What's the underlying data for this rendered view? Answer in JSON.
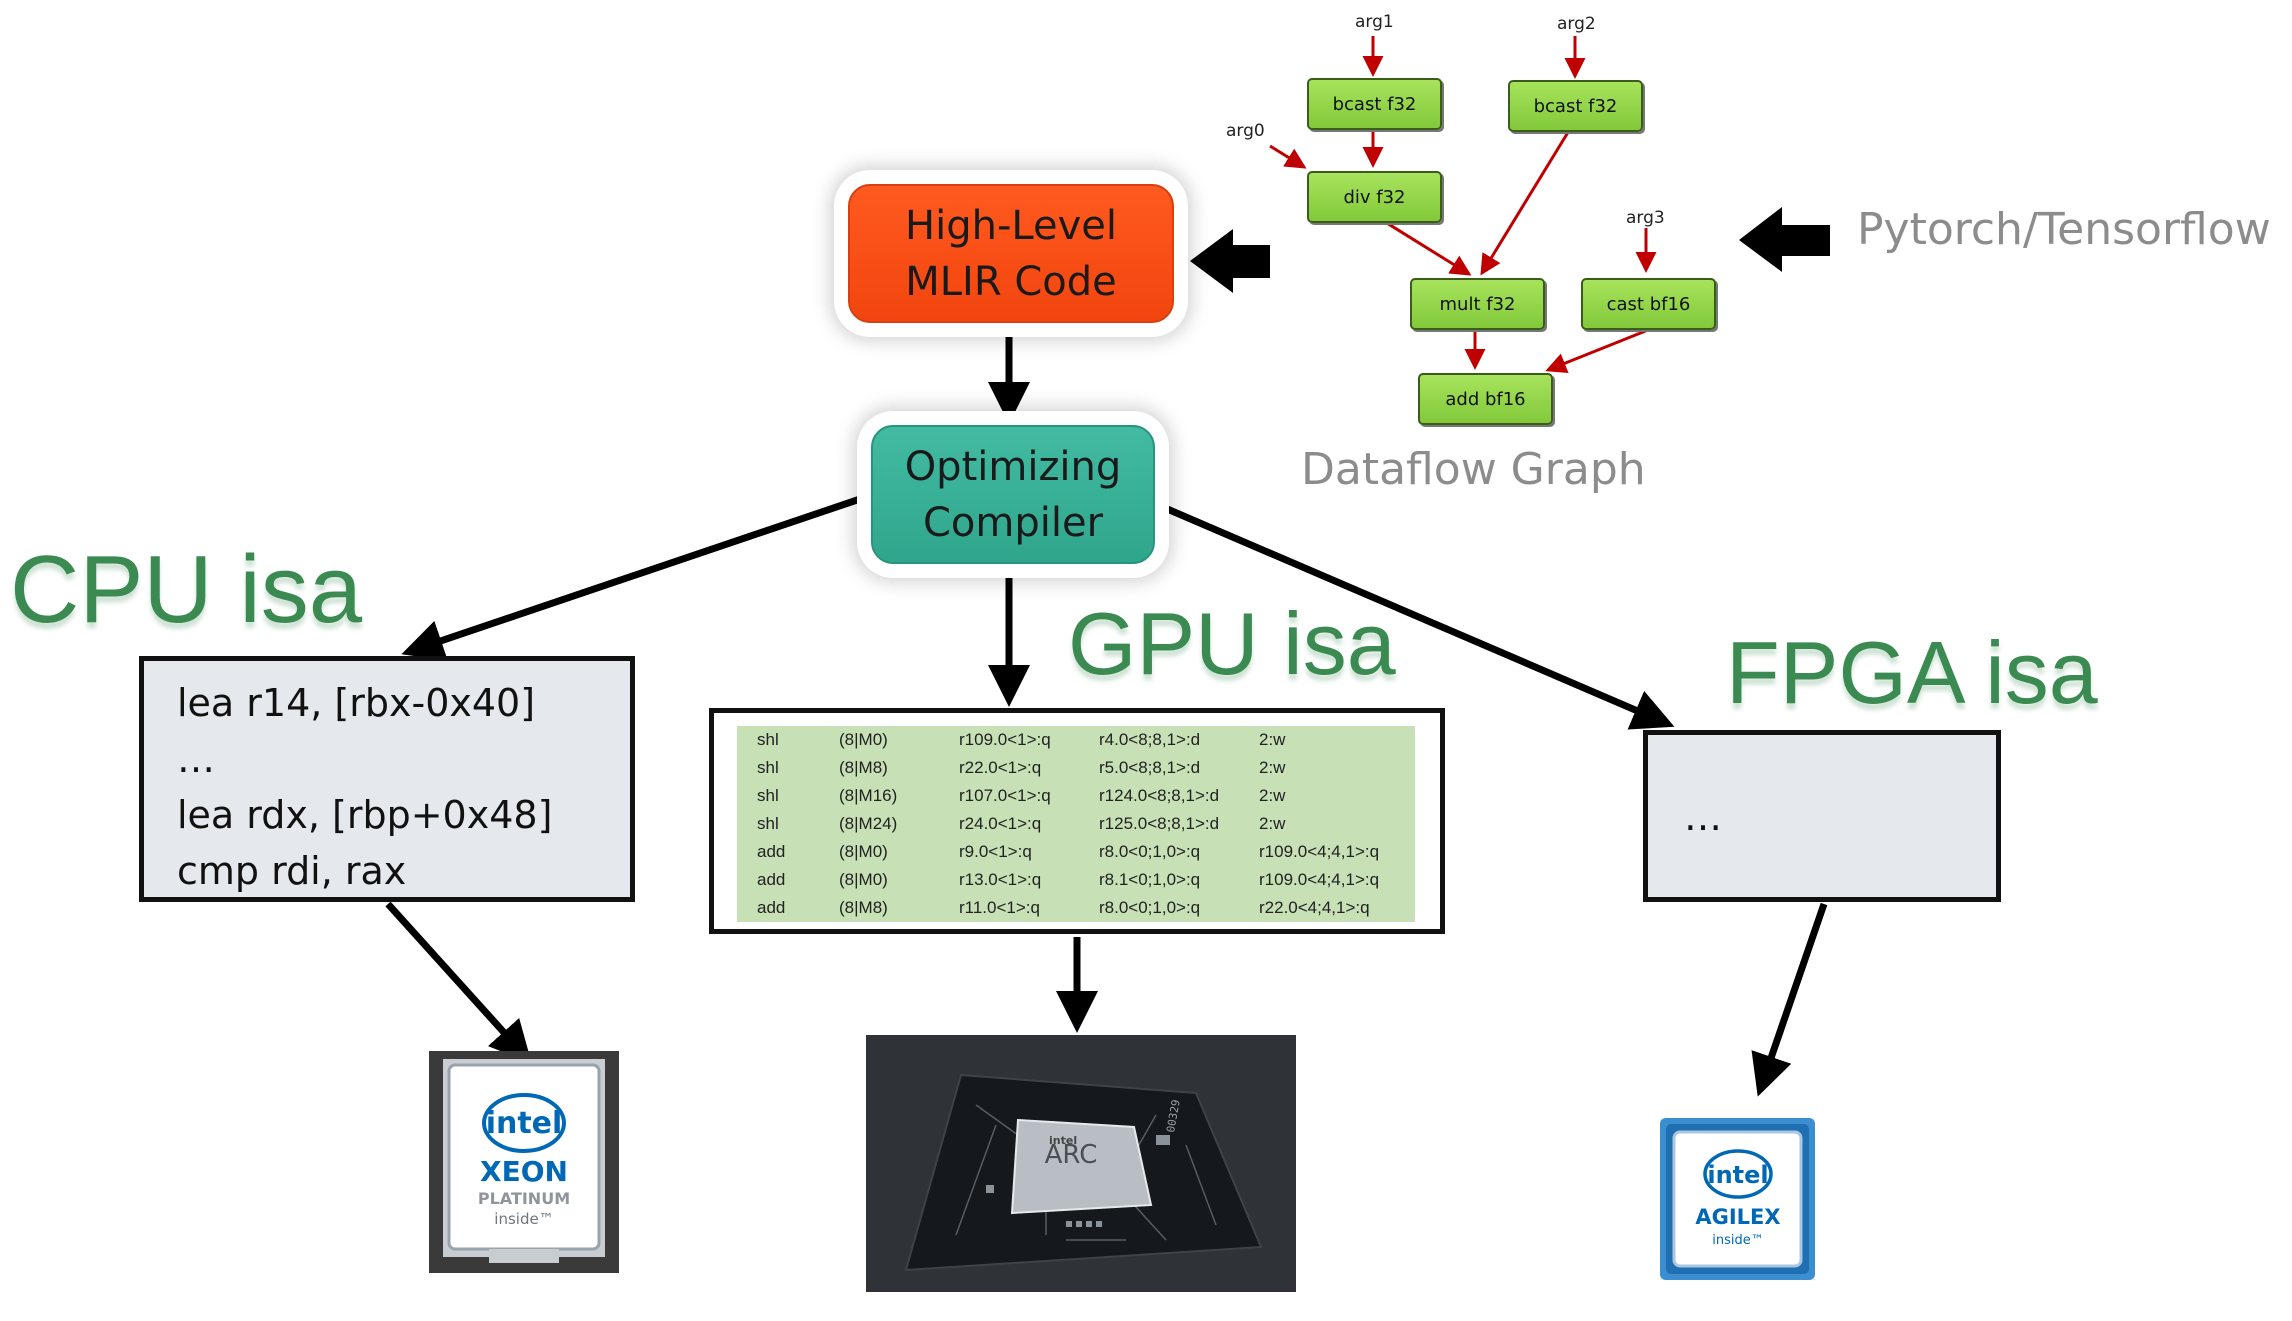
{
  "boxes": {
    "mlir_line1": "High-Level",
    "mlir_line2": "MLIR Code",
    "compiler_line1": "Optimizing",
    "compiler_line2": "Compiler"
  },
  "isa_labels": {
    "cpu": "CPU isa",
    "gpu": "GPU isa",
    "fpga": "FPGA isa"
  },
  "cpu_code": [
    "lea r14, [rbx-0x40]",
    "…",
    "lea rdx, [rbp+0x48]",
    "cmp rdi, rax"
  ],
  "gpu_code": [
    [
      "shl",
      "(8|M0)",
      "r109.0<1>:q",
      "r4.0<8;8,1>:d",
      "2:w"
    ],
    [
      "shl",
      "(8|M8)",
      "r22.0<1>:q",
      "r5.0<8;8,1>:d",
      "2:w"
    ],
    [
      "shl",
      "(8|M16)",
      "r107.0<1>:q",
      "r124.0<8;8,1>:d",
      "2:w"
    ],
    [
      "shl",
      "(8|M24)",
      "r24.0<1>:q",
      "r125.0<8;8,1>:d",
      "2:w"
    ],
    [
      "add",
      "(8|M0)",
      "r9.0<1>:q",
      "r8.0<0;1,0>:q",
      "r109.0<4;4,1>:q"
    ],
    [
      "add",
      "(8|M0)",
      "r13.0<1>:q",
      "r8.1<0;1,0>:q",
      "r109.0<4;4,1>:q"
    ],
    [
      "add",
      "(8|M8)",
      "r11.0<1>:q",
      "r8.0<0;1,0>:q",
      "r22.0<4;4,1>:q"
    ]
  ],
  "fpga_code": "…",
  "dataflow": {
    "nodes": {
      "bcast1": "bcast f32",
      "bcast2": "bcast f32",
      "div": "div f32",
      "mult": "mult f32",
      "cast": "cast bf16",
      "add": "add bf16"
    },
    "args": {
      "arg0": "arg0",
      "arg1": "arg1",
      "arg2": "arg2",
      "arg3": "arg3"
    },
    "edge_color": "#c00000",
    "caption": "Dataflow Graph"
  },
  "pytorch_caption": "Pytorch/Tensorflow",
  "chips": {
    "xeon": {
      "brand": "intel",
      "name": "XEON",
      "tier": "PLATINUM",
      "tag": "inside™"
    },
    "arc": {
      "brand": "intel",
      "name": "ARC",
      "mark": "00329"
    },
    "agilex": {
      "brand": "intel",
      "name": "AGILEX",
      "tag": "inside™"
    }
  },
  "colors": {
    "mlir_box": "#f2450f",
    "compiler_box": "#2fa68c",
    "isa_green": "#3b8a52",
    "node_green": "#92d050",
    "gpu_code_bg": "#c7e0b5",
    "intel_blue": "#0068b5"
  }
}
